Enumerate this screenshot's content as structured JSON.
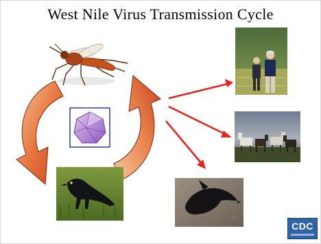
{
  "title": "West Nile Virus Transmission Cycle",
  "logo": {
    "text": "CDC",
    "color": "#2f64a6"
  },
  "nodes": [
    {
      "id": "mosquito",
      "depicts": "mosquito"
    },
    {
      "id": "bird",
      "depicts": "bird"
    },
    {
      "id": "virus",
      "depicts": "virus"
    },
    {
      "id": "humans",
      "depicts": "people"
    },
    {
      "id": "horses",
      "depicts": "horses"
    },
    {
      "id": "dead-bird",
      "depicts": "dead bird"
    }
  ],
  "colors": {
    "cycle_arrow": "#d9532a",
    "cycle_arrow_light": "#f5b48a",
    "spread_arrow": "#e5241f",
    "virus_fill": "#b48ad6",
    "virus_border": "#2c3fae"
  }
}
